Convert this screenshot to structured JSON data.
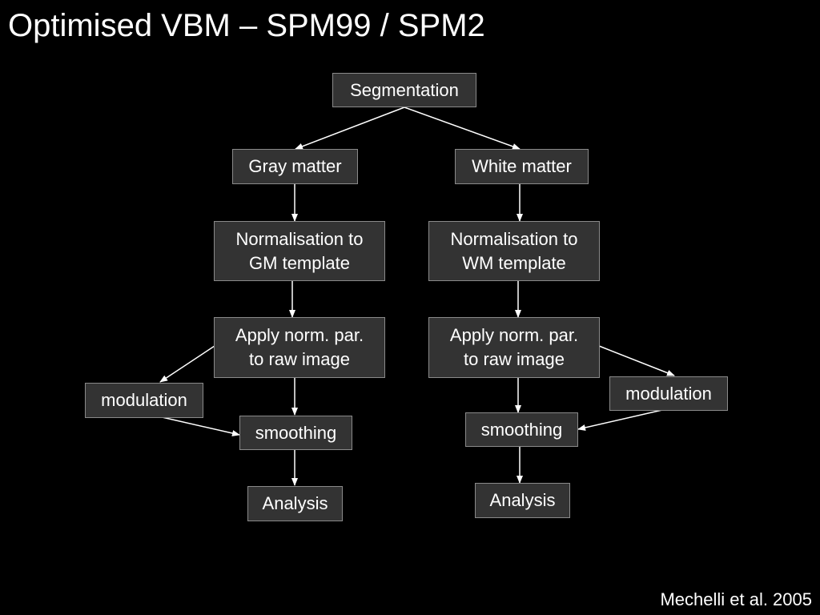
{
  "slide": {
    "title": "Optimised VBM – SPM99 / SPM2",
    "citation": "Mechelli et al. 2005"
  },
  "diagram": {
    "segmentation": "Segmentation",
    "left": {
      "tissue": "Gray matter",
      "normalisation": [
        "Normalisation to",
        "GM template"
      ],
      "apply_norm": [
        "Apply norm. par.",
        "to raw image"
      ],
      "modulation": "modulation",
      "smoothing": "smoothing",
      "analysis": "Analysis"
    },
    "right": {
      "tissue": "White matter",
      "normalisation": [
        "Normalisation to",
        "WM template"
      ],
      "apply_norm": [
        "Apply norm. par.",
        "to raw image"
      ],
      "modulation": "modulation",
      "smoothing": "smoothing",
      "analysis": "Analysis"
    }
  },
  "colors": {
    "background": "#000000",
    "node_fill": "#333333",
    "node_border": "#8a8a8a",
    "text": "#ffffff",
    "arrow": "#ffffff"
  }
}
